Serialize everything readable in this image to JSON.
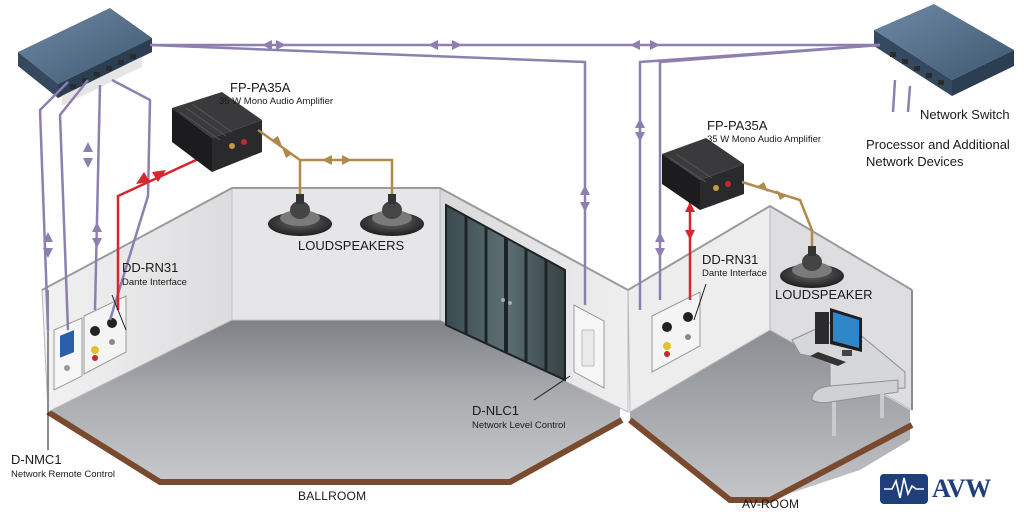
{
  "labels": {
    "fp_pa35a_left_name": "FP-PA35A",
    "fp_pa35a_left_desc": "35 W Mono Audio Amplifier",
    "fp_pa35a_right_name": "FP-PA35A",
    "fp_pa35a_right_desc": "35 W Mono Audio Amplifier",
    "loudspeakers": "LOUDSPEAKERS",
    "loudspeaker": "LOUDSPEAKER",
    "dd_rn31_left_name": "DD-RN31",
    "dd_rn31_left_desc": "Dante Interface",
    "dd_rn31_right_name": "DD-RN31",
    "dd_rn31_right_desc": "Dante Interface",
    "d_nmc1_name": "D-NMC1",
    "d_nmc1_desc": "Network Remote Control",
    "d_nlc1_name": "D-NLC1",
    "d_nlc1_desc": "Network Level Control",
    "network_switch": "Network Switch",
    "processor_line1": "Processor and Additional",
    "processor_line2": "Network Devices",
    "ballroom": "BALLROOM",
    "av_room": "AV-ROOM",
    "logo": "AVW"
  },
  "colors": {
    "network_cable": "#8e7fb0",
    "dante_cable": "#d8262e",
    "speaker_cable": "#b08a4a",
    "wall": "#e4e4e6",
    "floor": "#9c9ea2",
    "trim": "#8a5a3a",
    "switch_body": "#5a7590",
    "logo_blue": "#1f3f7a"
  }
}
